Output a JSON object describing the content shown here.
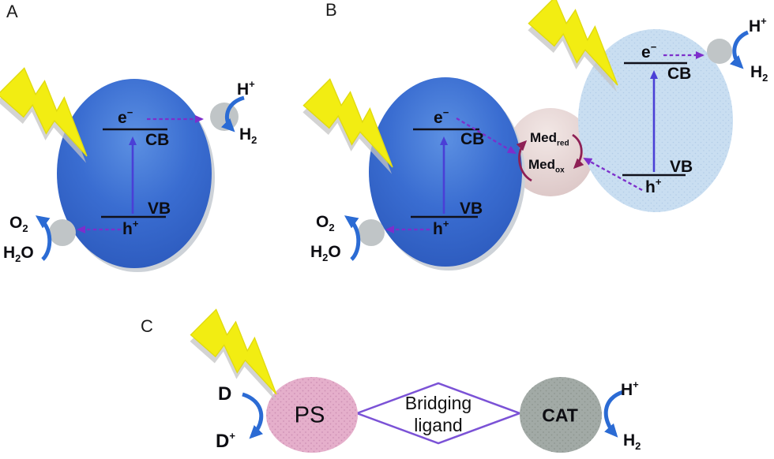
{
  "colors": {
    "semiconductor_dark_blue": "#3a6dd1",
    "semiconductor_light_blue": "#c9def1",
    "mediator_pink": "#e7d5d3",
    "ps_pink": "#e5afcb",
    "cat_gray": "#a2aaa6",
    "cocatalyst_gray": "#c0c5c7",
    "lightning_yellow": "#f2ed12",
    "arrow_blue": "#2b6bd4",
    "dashed_arrow_purple": "#7d2ecb",
    "excitation_violet": "#4a3fd6",
    "mediator_arrow_maroon": "#8e2055",
    "diamond_purple": "#7b52d6"
  },
  "panelA": {
    "label": "A",
    "electron": {
      "base": "e",
      "sup": "−"
    },
    "cb": "CB",
    "vb": "VB",
    "hole": {
      "base": "h",
      "sup": "+"
    },
    "o2": {
      "base": "O",
      "sub": "2"
    },
    "h2o": {
      "h": "H",
      "sub": "2",
      "o": "O"
    },
    "h_plus": {
      "base": "H",
      "sup": "+"
    },
    "h2": {
      "base": "H",
      "sub": "2"
    }
  },
  "panelB": {
    "label": "B",
    "sc1": {
      "electron": {
        "base": "e",
        "sup": "−"
      },
      "cb": "CB",
      "vb": "VB",
      "hole": {
        "base": "h",
        "sup": "+"
      },
      "o2": {
        "base": "O",
        "sub": "2"
      },
      "h2o": {
        "h": "H",
        "sub": "2",
        "o": "O"
      }
    },
    "mediator": {
      "red": {
        "base": "Med",
        "sub": "red"
      },
      "ox": {
        "base": "Med",
        "sub": "ox"
      }
    },
    "sc2": {
      "electron": {
        "base": "e",
        "sup": "−"
      },
      "cb": "CB",
      "vb": "VB",
      "hole": {
        "base": "h",
        "sup": "+"
      },
      "h_plus": {
        "base": "H",
        "sup": "+"
      },
      "h2": {
        "base": "H",
        "sub": "2"
      }
    }
  },
  "panelC": {
    "label": "C",
    "donor": {
      "base": "D"
    },
    "donor_ox": {
      "base": "D",
      "sup": "+"
    },
    "ps": "PS",
    "bridge": {
      "line1": "Bridging",
      "line2": "ligand"
    },
    "cat": "CAT",
    "h_plus": {
      "base": "H",
      "sup": "+"
    },
    "h2": {
      "base": "H",
      "sub": "2"
    }
  }
}
